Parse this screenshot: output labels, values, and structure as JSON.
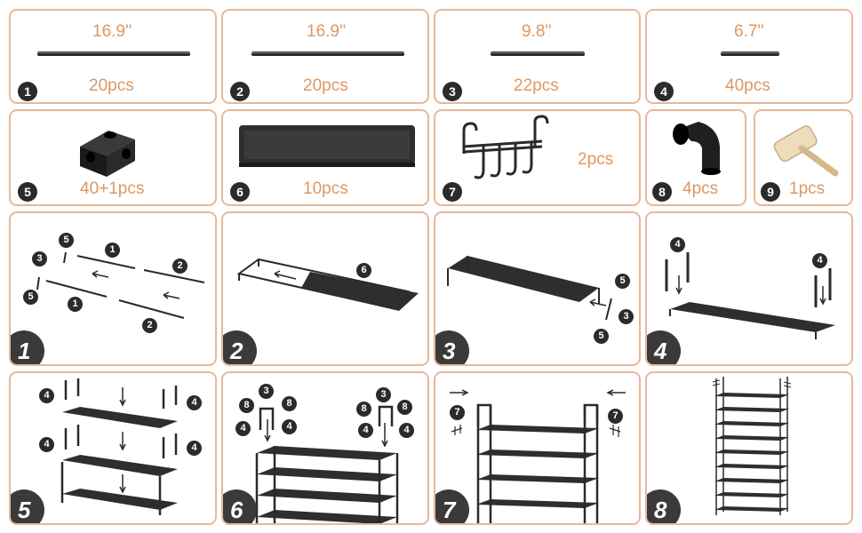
{
  "parts": [
    {
      "badge": "1",
      "size": "16.9''",
      "qty": "20pcs"
    },
    {
      "badge": "2",
      "size": "16.9''",
      "qty": "20pcs"
    },
    {
      "badge": "3",
      "size": "9.8''",
      "qty": "22pcs"
    },
    {
      "badge": "4",
      "size": "6.7''",
      "qty": "40pcs"
    },
    {
      "badge": "5",
      "qty": "40+1pcs",
      "icon": "corner-connector-icon"
    },
    {
      "badge": "6",
      "qty": "10pcs",
      "icon": "shelf-fabric-icon"
    },
    {
      "badge": "7",
      "qty": "2pcs",
      "icon": "hook-rack-icon"
    },
    {
      "badge": "8",
      "qty": "4pcs",
      "icon": "elbow-joint-icon"
    },
    {
      "badge": "9",
      "qty": "1pcs",
      "icon": "mallet-icon"
    }
  ],
  "steps": [
    "1",
    "2",
    "3",
    "4",
    "5",
    "6",
    "7",
    "8"
  ],
  "callouts": {
    "n1": "1",
    "n2": "2",
    "n3": "3",
    "n4": "4",
    "n5": "5",
    "n6": "6",
    "n7": "7",
    "n8": "8"
  },
  "colors": {
    "accent": "#e0975f",
    "border": "#e8b898",
    "dark": "#2b2b2b"
  }
}
